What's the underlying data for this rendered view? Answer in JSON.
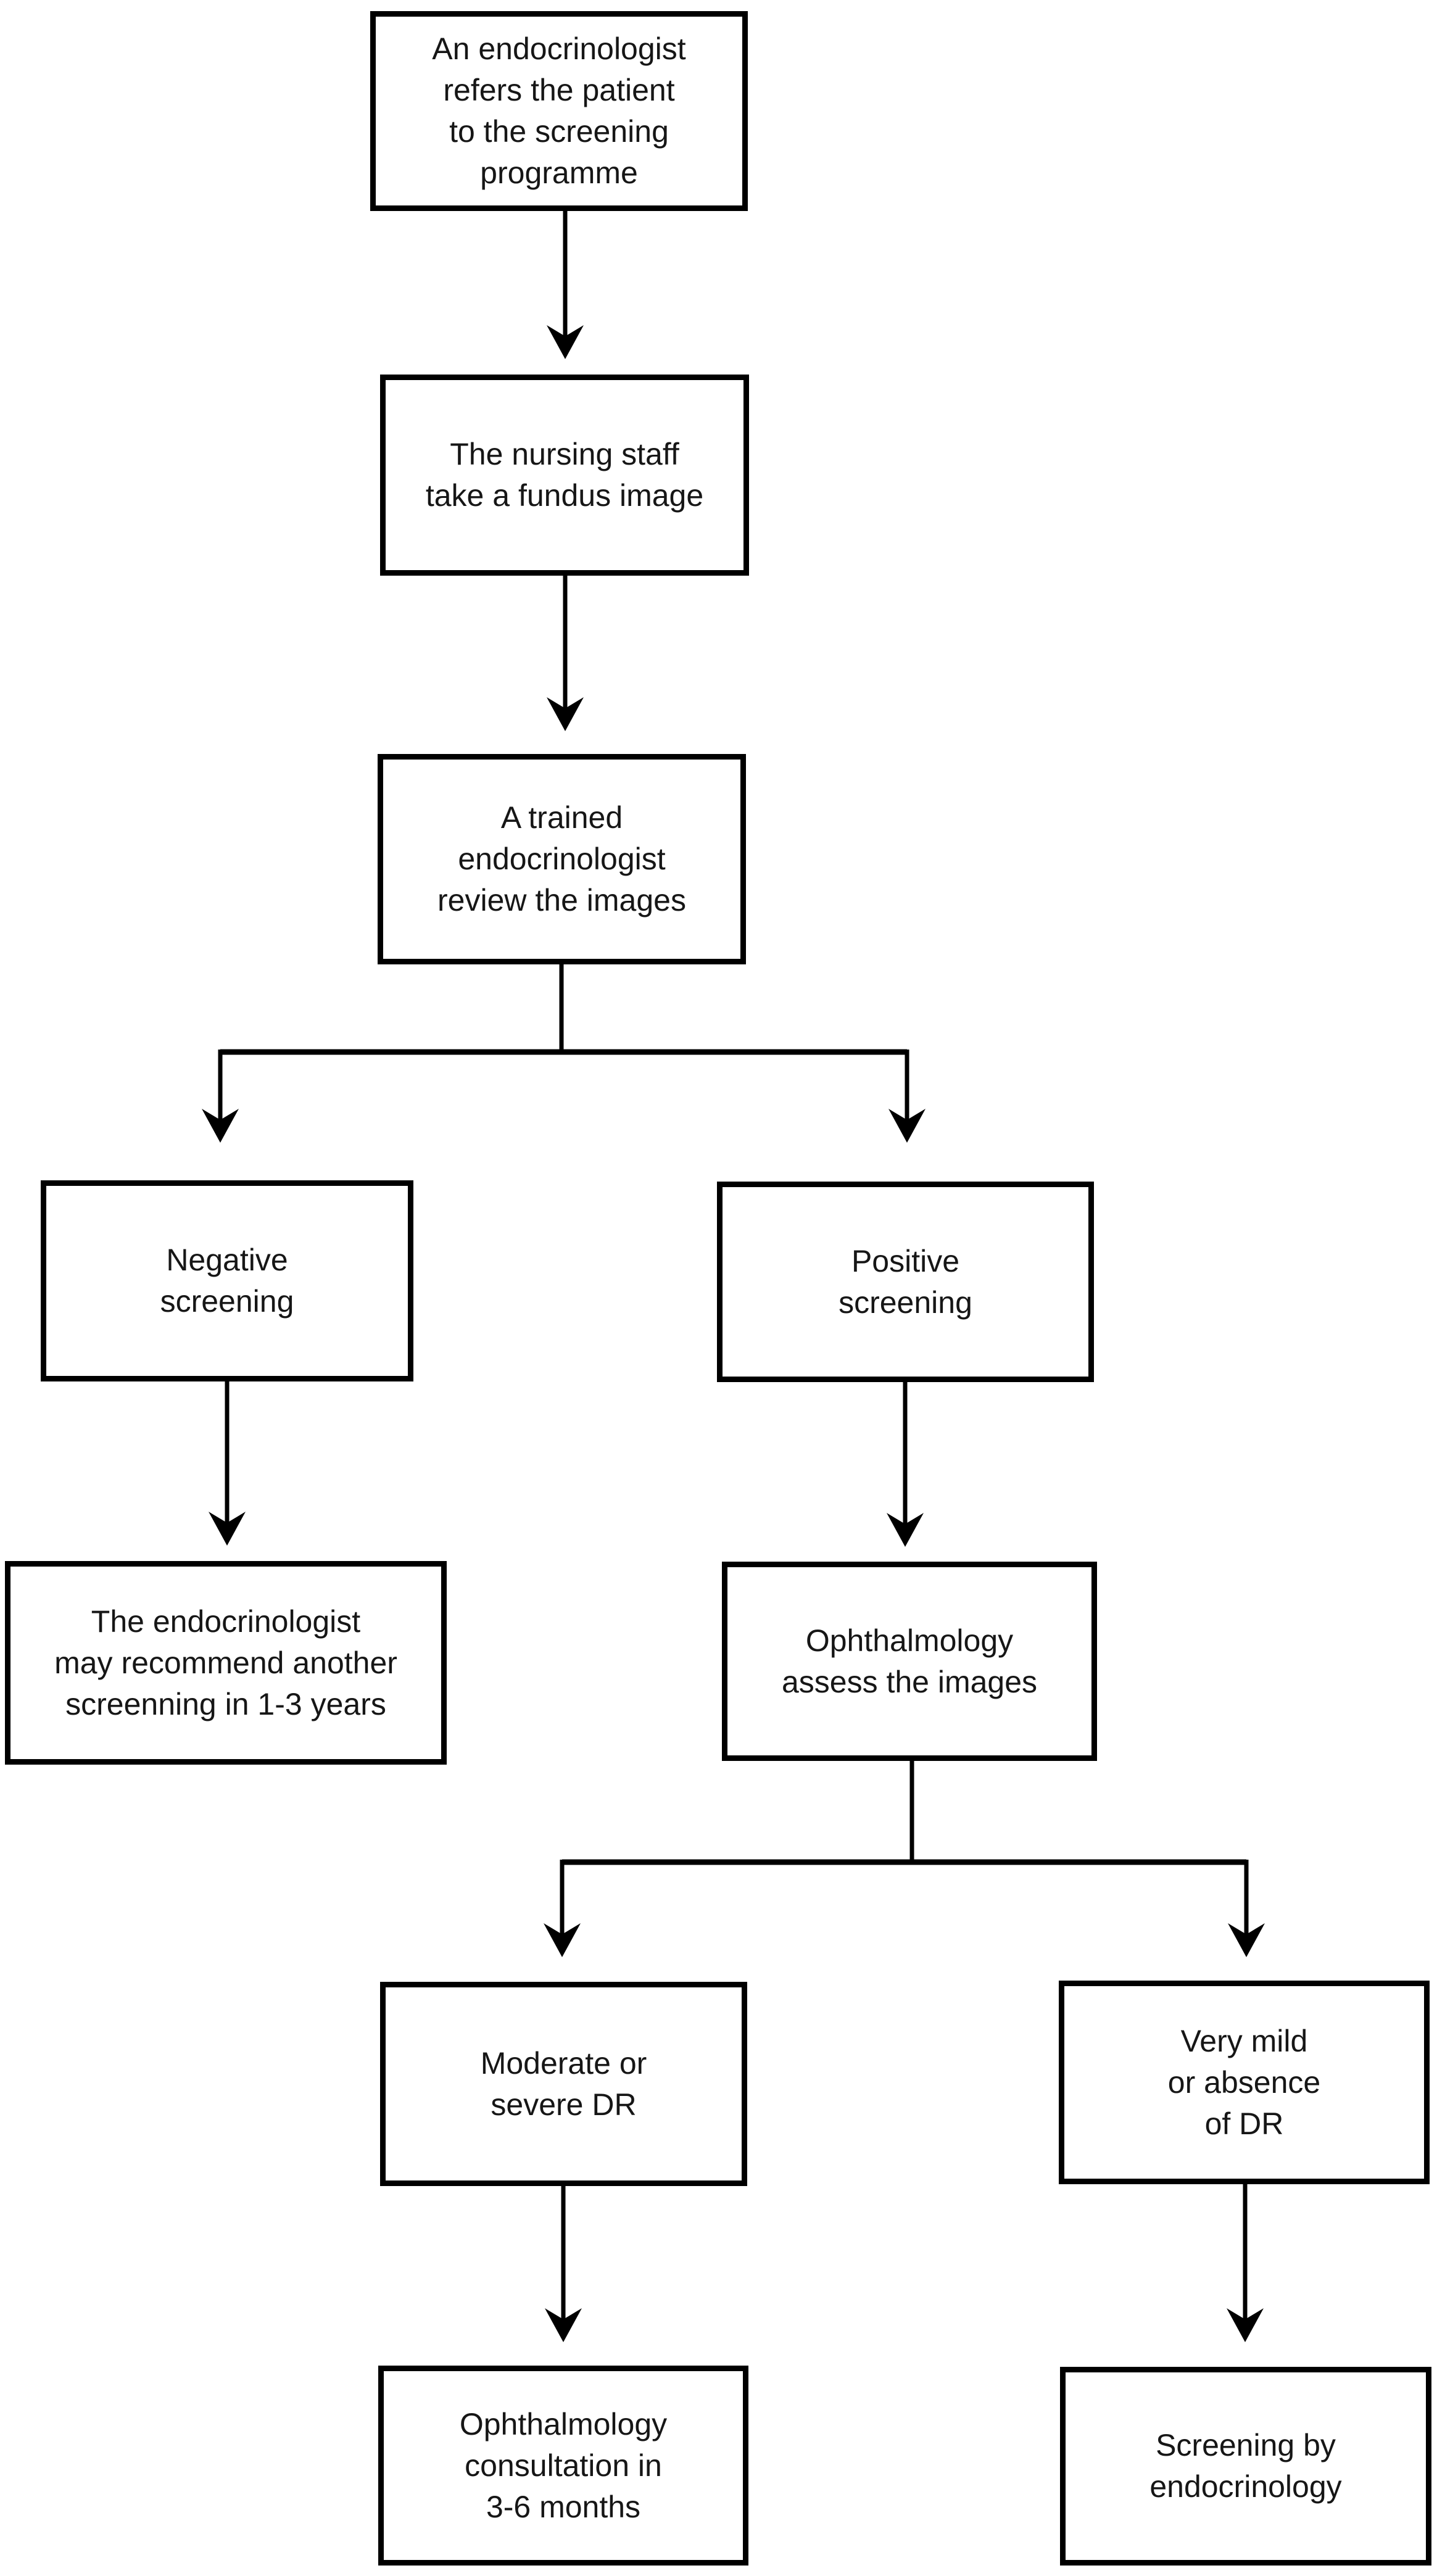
{
  "diagram": {
    "type": "flowchart",
    "background_color": "#ffffff",
    "line_color": "#000000",
    "text_color": "#161616",
    "nodes": [
      {
        "id": "refer",
        "label": "An endocrinologist\nrefers the patient\nto the screening\nprogramme"
      },
      {
        "id": "nursing",
        "label": "The nursing staff\ntake a fundus image"
      },
      {
        "id": "review",
        "label": "A trained\nendocrinologist\nreview the images"
      },
      {
        "id": "negative",
        "label": "Negative\nscreening"
      },
      {
        "id": "positive",
        "label": "Positive\nscreening"
      },
      {
        "id": "recommend",
        "label": "The endocrinologist\nmay recommend another\nscreenning in 1-3 years"
      },
      {
        "id": "assess",
        "label": "Ophthalmology\nassess the images"
      },
      {
        "id": "moderate",
        "label": "Moderate or\nsevere DR"
      },
      {
        "id": "very_mild",
        "label": "Very mild\nor absence\nof DR"
      },
      {
        "id": "consult",
        "label": "Ophthalmology\nconsultation in\n3-6 months"
      },
      {
        "id": "screen_endo",
        "label": "Screening by\nendocrinology"
      }
    ],
    "edges": [
      {
        "from": "refer",
        "to": "nursing"
      },
      {
        "from": "nursing",
        "to": "review"
      },
      {
        "from": "review",
        "to": "negative"
      },
      {
        "from": "review",
        "to": "positive"
      },
      {
        "from": "negative",
        "to": "recommend"
      },
      {
        "from": "positive",
        "to": "assess"
      },
      {
        "from": "assess",
        "to": "moderate"
      },
      {
        "from": "assess",
        "to": "very_mild"
      },
      {
        "from": "moderate",
        "to": "consult"
      },
      {
        "from": "very_mild",
        "to": "screen_endo"
      }
    ]
  }
}
